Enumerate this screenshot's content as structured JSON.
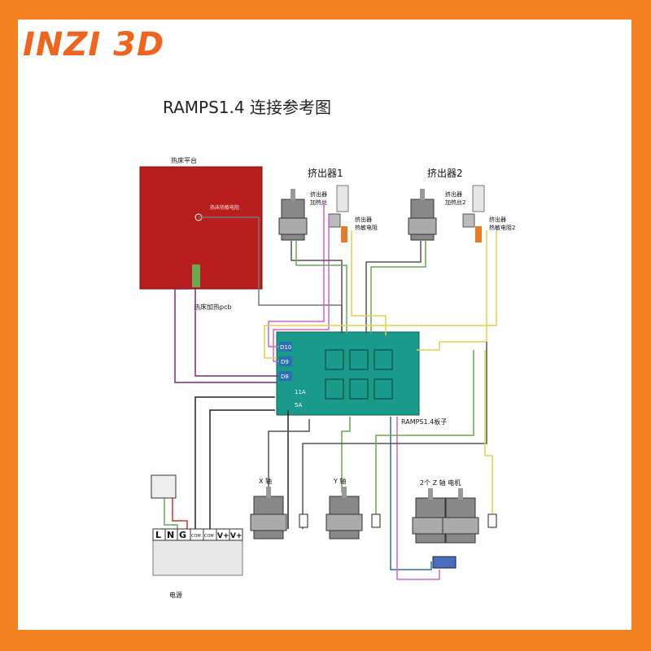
{
  "brand": "INZI 3D",
  "title": "RAMPS1.4 连接参考图",
  "labels": {
    "heatbed": "热床平台",
    "heatbed_thermistor": "热床热敏电阻",
    "heatbed_pcb": "热床加热pcb",
    "extruder1": "挤出器1",
    "extruder2": "挤出器2",
    "heater1": "挤出器\n加热丝",
    "heater2": "挤出器\n加热丝2",
    "therm1": "挤出器\n热敏电阻",
    "therm2": "挤出器\n热敏电阻2",
    "d10": "D10",
    "d9": "D9",
    "d8": "D8",
    "a11": "11A",
    "a5": "5A",
    "board": "RAMPS1.4板子",
    "x_axis": "X 轴",
    "y_axis": "Y 轴",
    "z_axis": "2个 Z 轴  电机",
    "psu": "电源",
    "psu_terminals": [
      "L",
      "N",
      "G",
      "COM",
      "COM",
      "V+",
      "V+"
    ]
  },
  "colors": {
    "frame": "#f58220",
    "brand": "#f0641e",
    "board": "#1a9a8a",
    "heatbed": "#b81e1e",
    "psu": "#e8e8e8"
  }
}
